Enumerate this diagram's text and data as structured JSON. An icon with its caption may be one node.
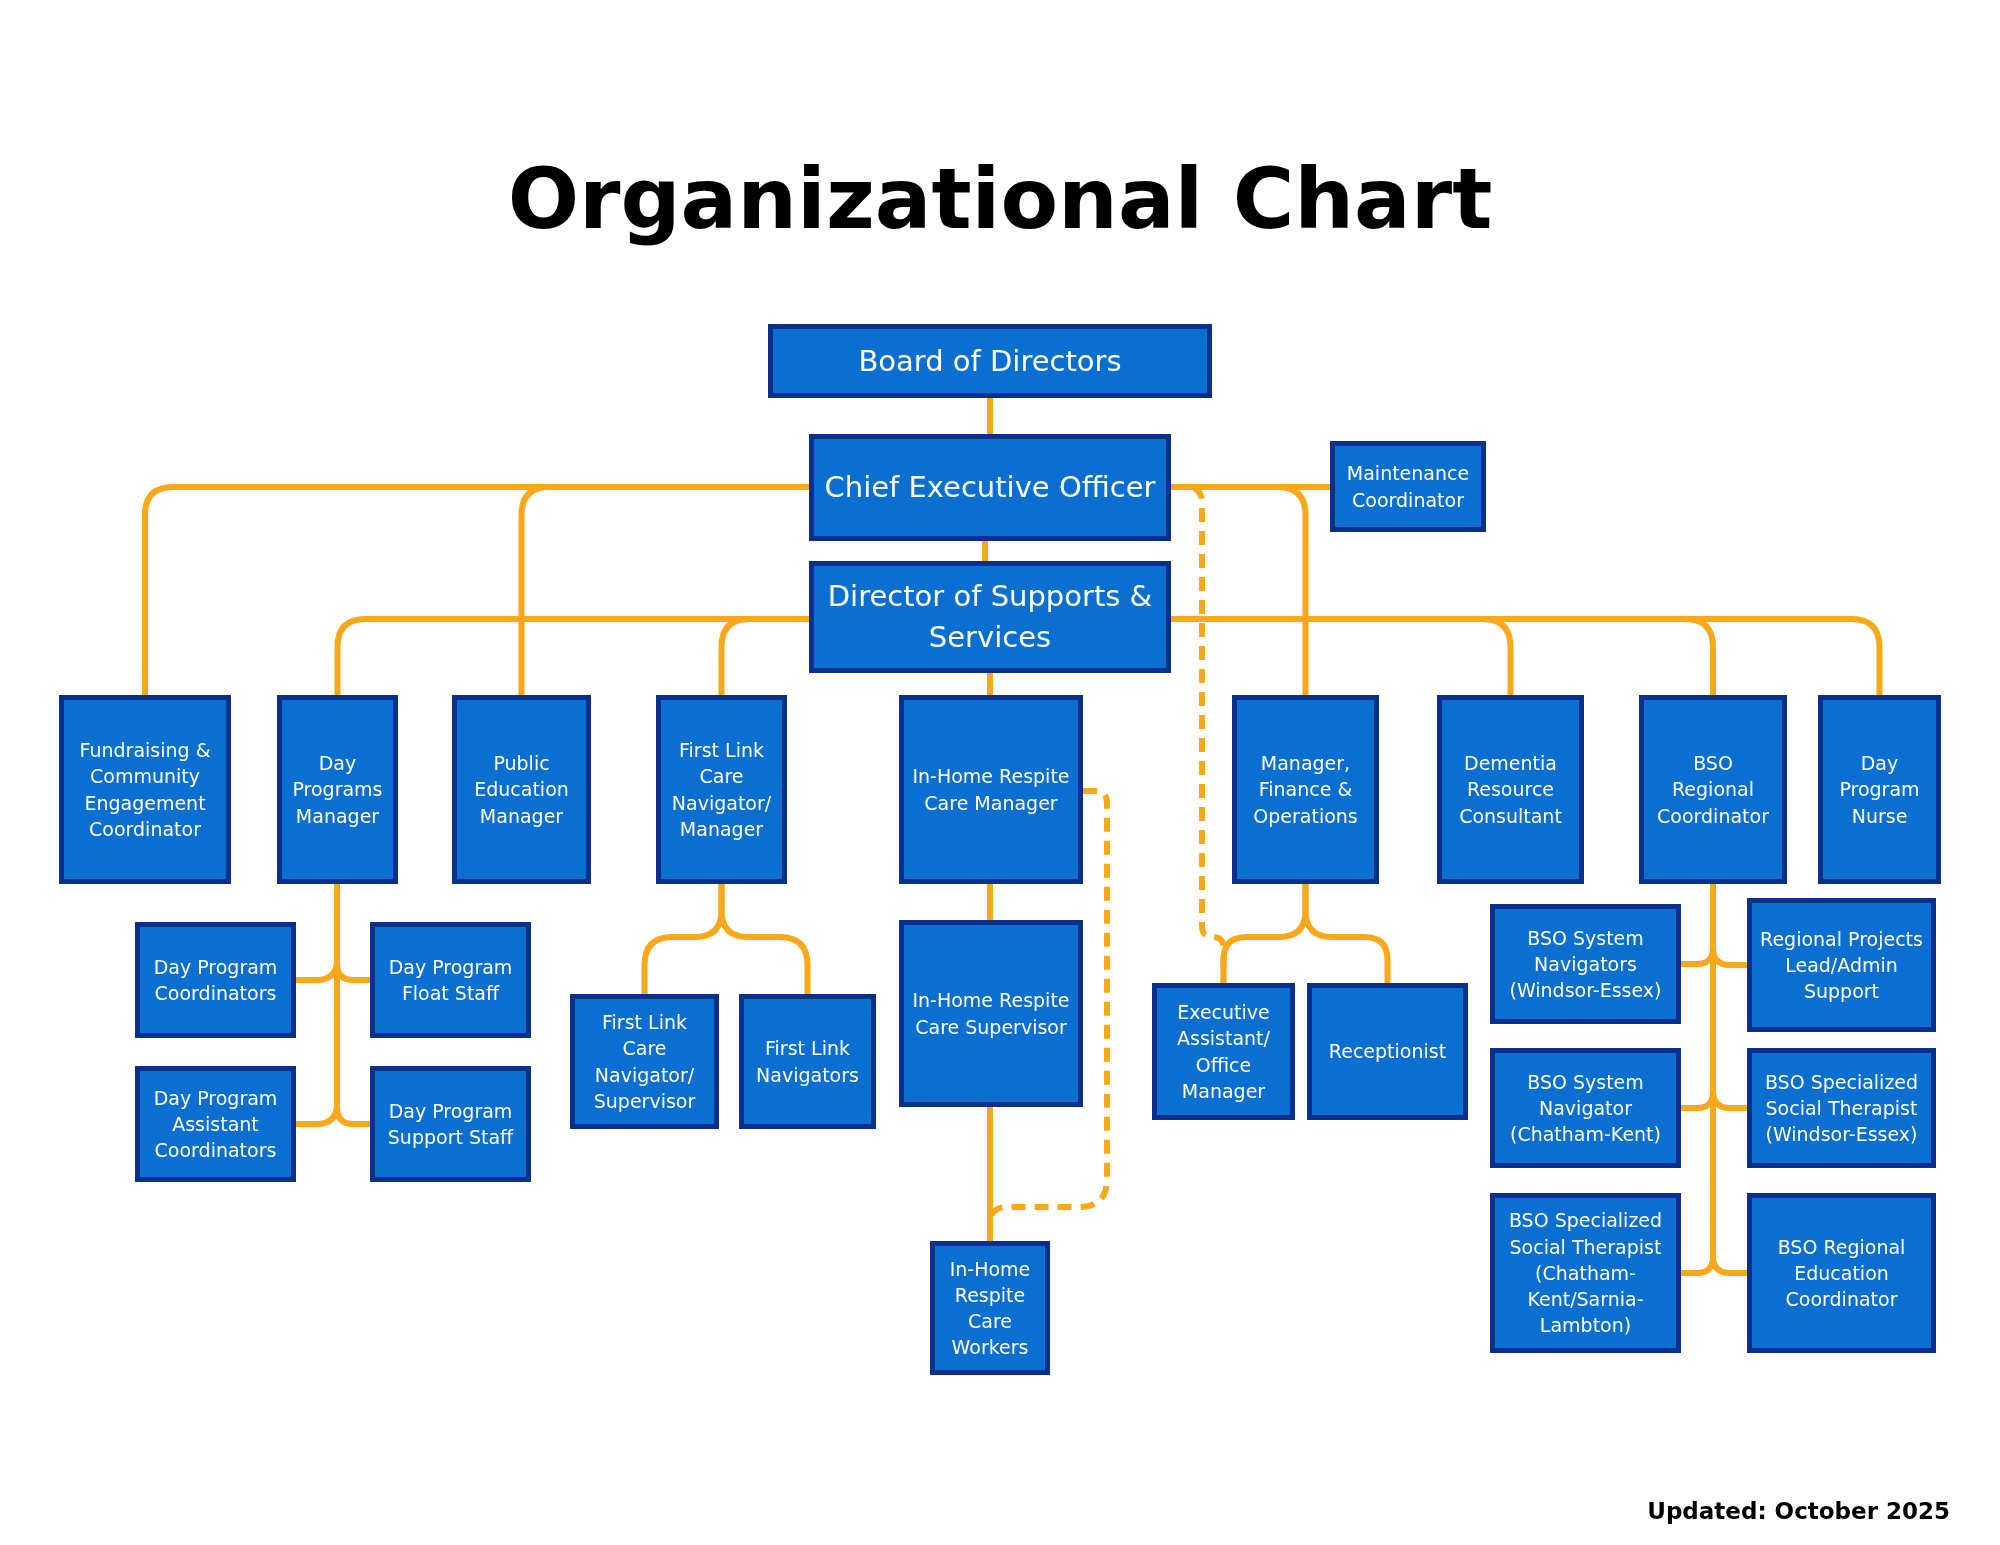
{
  "diagram": {
    "title": "Organizational Chart",
    "nodes": [
      {
        "text": [
          "Board of Directors"
        ]
      },
      {
        "text": [
          "Chief Executive Officer"
        ]
      },
      {
        "text": [
          "Maintenance Coordinator"
        ]
      },
      {
        "text": [
          "Director of Supports & Services"
        ]
      },
      {
        "text": [
          "Fundraising & Community Engagement Coordinator"
        ]
      },
      {
        "text": [
          "Day Programs Manager"
        ]
      },
      {
        "text": [
          "Public Education Manager"
        ]
      },
      {
        "text": [
          "First Link Care Navigator/ Manager"
        ]
      },
      {
        "text": [
          "In-Home Respite Care Manager"
        ]
      },
      {
        "text": [
          "Manager, Finance & Operations"
        ]
      },
      {
        "text": [
          "Dementia Resource Consultant"
        ]
      },
      {
        "text": [
          "BSO Regional Coordinator"
        ]
      },
      {
        "text": [
          "Day Program Nurse"
        ]
      },
      {
        "text": [
          "Day Program Coordinators"
        ]
      },
      {
        "text": [
          "Day Program Float Staff"
        ]
      },
      {
        "text": [
          "Day Program Assistant Coordinators"
        ]
      },
      {
        "text": [
          "Day Program Support Staff"
        ]
      },
      {
        "text": [
          "First Link Care Navigator/ Supervisor"
        ]
      },
      {
        "text": [
          "First Link Navigators"
        ]
      },
      {
        "text": [
          "In-Home Respite Care Supervisor"
        ]
      },
      {
        "text": [
          "In-Home Respite Care Workers"
        ]
      },
      {
        "text": [
          "Executive Assistant/ Office Manager"
        ]
      },
      {
        "text": [
          "Receptionist"
        ]
      },
      {
        "text": [
          "BSO System Navigators (Windsor-Essex)"
        ]
      },
      {
        "text": [
          "Regional Projects Lead/Admin Support"
        ]
      },
      {
        "text": [
          "BSO System Navigator (Chatham-Kent)"
        ]
      },
      {
        "text": [
          "BSO Specialized Social Therapist (Windsor-Essex)"
        ]
      },
      {
        "text": [
          "BSO Specialized Social Therapist (Chatham-Kent/Sarnia-Lambton)"
        ]
      },
      {
        "text": [
          "BSO Regional Education Coordinator"
        ]
      }
    ],
    "edges": [
      {
        "from": 0,
        "to": 1,
        "arrow": "none"
      },
      {
        "from": 1,
        "to": 2,
        "arrow": "none"
      },
      {
        "from": 1,
        "to": 3,
        "arrow": "none"
      },
      {
        "from": 1,
        "to": 4,
        "arrow": "none"
      },
      {
        "from": 1,
        "to": 6,
        "arrow": "none"
      },
      {
        "from": 1,
        "to": 9,
        "arrow": "none"
      },
      {
        "from": 1,
        "to": 21,
        "arrow": "none",
        "style": "dashed"
      },
      {
        "from": 3,
        "to": 5,
        "arrow": "none"
      },
      {
        "from": 3,
        "to": 7,
        "arrow": "none"
      },
      {
        "from": 3,
        "to": 8,
        "arrow": "none"
      },
      {
        "from": 3,
        "to": 10,
        "arrow": "none"
      },
      {
        "from": 3,
        "to": 11,
        "arrow": "none"
      },
      {
        "from": 3,
        "to": 12,
        "arrow": "none"
      },
      {
        "from": 5,
        "to": 13,
        "arrow": "none"
      },
      {
        "from": 5,
        "to": 14,
        "arrow": "none"
      },
      {
        "from": 5,
        "to": 15,
        "arrow": "none"
      },
      {
        "from": 5,
        "to": 16,
        "arrow": "none"
      },
      {
        "from": 7,
        "to": 17,
        "arrow": "none"
      },
      {
        "from": 7,
        "to": 18,
        "arrow": "none"
      },
      {
        "from": 8,
        "to": 19,
        "arrow": "none"
      },
      {
        "from": 19,
        "to": 20,
        "arrow": "none"
      },
      {
        "from": 8,
        "to": 20,
        "arrow": "none",
        "style": "dashed"
      },
      {
        "from": 9,
        "to": 21,
        "arrow": "none"
      },
      {
        "from": 9,
        "to": 22,
        "arrow": "none"
      },
      {
        "from": 11,
        "to": 23,
        "arrow": "none"
      },
      {
        "from": 11,
        "to": 24,
        "arrow": "none"
      },
      {
        "from": 11,
        "to": 25,
        "arrow": "none"
      },
      {
        "from": 11,
        "to": 26,
        "arrow": "none"
      },
      {
        "from": 11,
        "to": 27,
        "arrow": "none"
      },
      {
        "from": 11,
        "to": 28,
        "arrow": "none"
      }
    ],
    "labels": [
      "Updated: October 2025"
    ]
  }
}
